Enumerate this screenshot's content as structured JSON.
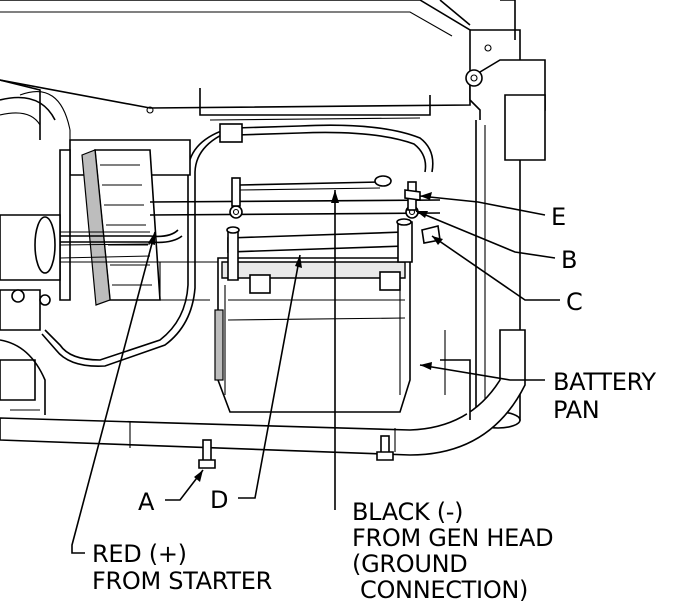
{
  "callouts": {
    "e": "E",
    "b": "B",
    "c": "C",
    "battery_pan_1": "BATTERY",
    "battery_pan_2": "PAN",
    "a": "A",
    "d": "D",
    "black_1": "BLACK (-)",
    "black_2": "FROM GEN HEAD",
    "black_3": "(GROUND",
    "black_4": "CONNECTION)",
    "red_1": "RED (+)",
    "red_2": "FROM STARTER"
  }
}
